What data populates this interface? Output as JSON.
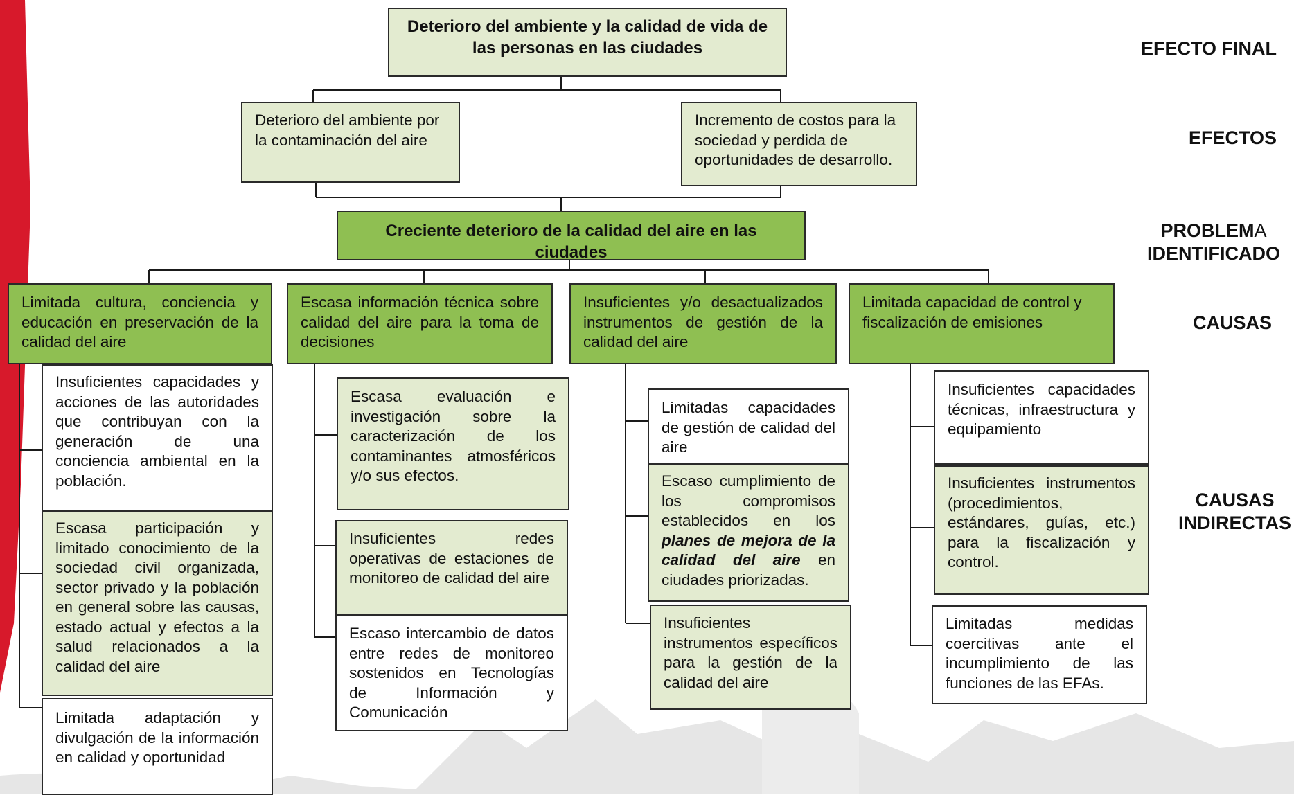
{
  "final_effect": "Deterioro del ambiente y la calidad de vida de las personas  en las ciudades",
  "effects": [
    "Deterioro del ambiente por la contaminación del aire",
    "Incremento de costos  para la sociedad  y perdida de oportunidades de desarrollo."
  ],
  "problem": "Creciente deterioro de la calidad del aire en las ciudades",
  "causes": [
    "Limitada cultura, conciencia y educación en preservación de la calidad del aire",
    "Escasa información técnica sobre calidad del aire  para la toma de decisiones",
    "Insuficientes y/o desactualizados instrumentos de gestión de la calidad del aire",
    "Limitada capacidad de control y fiscalización de emisiones"
  ],
  "indirect": {
    "col1": [
      "Insuficientes capacidades y acciones de las autoridades que contribuyan con la generación de una conciencia ambiental en la población.",
      "Escasa participación y limitado conocimiento de la sociedad civil organizada, sector privado y la población en general sobre las causas, estado actual y efectos a la salud relacionados a la calidad del aire",
      "Limitada adaptación y divulgación de la información en calidad y oportunidad"
    ],
    "col2": [
      "Escasa evaluación e investigación sobre la caracterización de los contaminantes atmosféricos y/o sus efectos.",
      "Insuficientes redes operativas de estaciones de monitoreo de calidad del aire",
      "Escaso intercambio de datos entre redes de monitoreo sostenidos en Tecnologías de Información y Comunicación"
    ],
    "col3": [
      "Limitadas capacidades de gestión de calidad del aire",
      {
        "pre": "Escaso cumplimiento de los compromisos establecidos en los ",
        "em": "planes de mejora de la calidad del aire",
        "post": " en ciudades priorizadas."
      },
      "Insuficientes instrumentos específicos para la gestión de la calidad del aire"
    ],
    "col4": [
      "Insuficientes capacidades técnicas, infraestructura y equipamiento",
      "Insuficientes instrumentos (procedimientos, estándares, guías, etc.) para la fiscalización y control.",
      "Limitadas medidas coercitivas ante el incumplimiento de las funciones de las EFAs."
    ]
  },
  "labels": {
    "final": "EFECTO FINAL",
    "effects": "EFECTOS",
    "problem_a": "PROBLEM",
    "problem_b": "A",
    "problem_c": "IDENTIFICADO",
    "causes": "CAUSAS",
    "indirect_a": "CAUSAS",
    "indirect_b": "INDIRECTAS"
  },
  "colors": {
    "light_green": "#e3ebd0",
    "mid_green": "#8fbf52",
    "red_band": "#d7192b"
  }
}
